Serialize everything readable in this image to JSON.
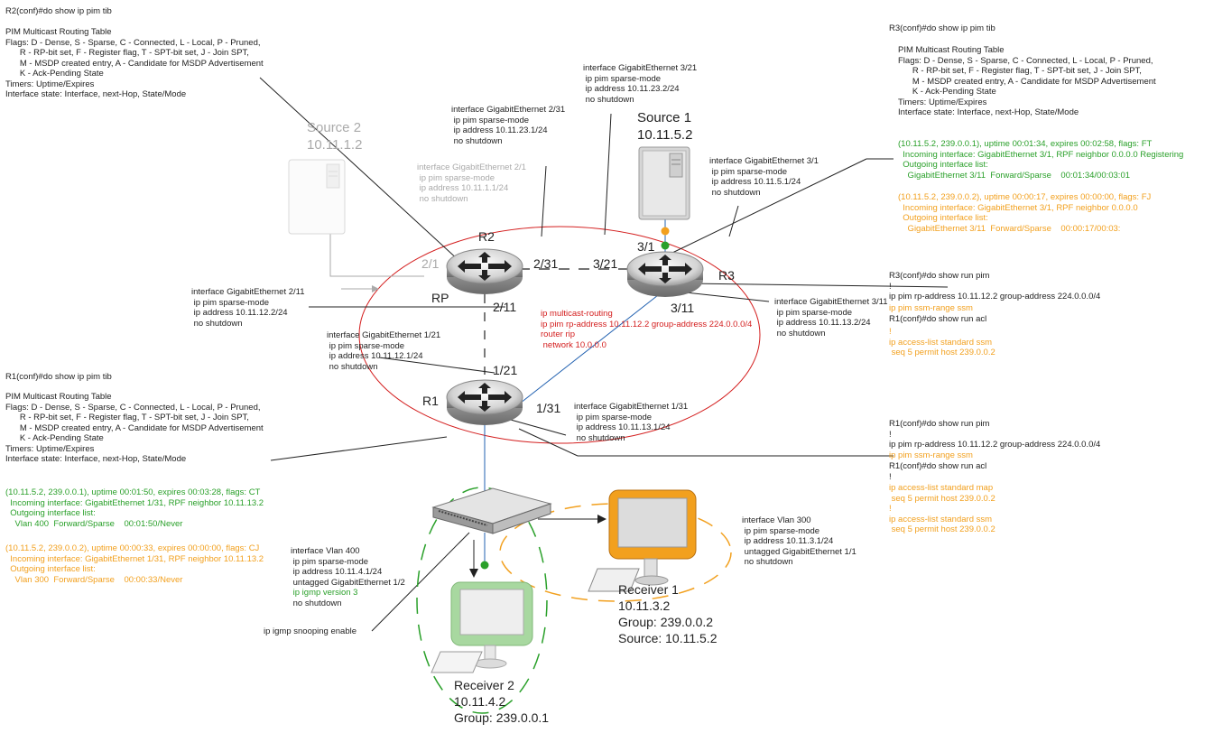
{
  "colors": {
    "green": "#2aa02a",
    "orange": "#f2a01e",
    "red": "#d42020",
    "blue": "#2060b0",
    "grey": "#aaaaaa"
  },
  "r2_tib": {
    "cmd": "R2(conf)#do show ip pim tib",
    "body": "PIM Multicast Routing Table\nFlags: D - Dense, S - Sparse, C - Connected, L - Local, P - Pruned,\n      R - RP-bit set, F - Register flag, T - SPT-bit set, J - Join SPT,\n      M - MSDP created entry, A - Candidate for MSDP Advertisement\n      K - Ack-Pending State\nTimers: Uptime/Expires\nInterface state: Interface, next-Hop, State/Mode"
  },
  "r3_tib": {
    "cmd": "R3(conf)#do show ip pim tib",
    "body": "PIM Multicast Routing Table\nFlags: D - Dense, S - Sparse, C - Connected, L - Local, P - Pruned,\n      R - RP-bit set, F - Register flag, T - SPT-bit set, J - Join SPT,\n      M - MSDP created entry, A - Candidate for MSDP Advertisement\n      K - Ack-Pending State\nTimers: Uptime/Expires\nInterface state: Interface, next-Hop, State/Mode",
    "green_entry": "(10.11.5.2, 239.0.0.1), uptime 00:01:34, expires 00:02:58, flags: FT\n  Incoming interface: GigabitEthernet 3/1, RPF neighbor 0.0.0.0 Registering\n  Outgoing interface list:\n    GigabitEthernet 3/11  Forward/Sparse    00:01:34/00:03:01",
    "orange_entry": "(10.11.5.2, 239.0.0.2), uptime 00:00:17, expires 00:00:00, flags: FJ\n  Incoming interface: GigabitEthernet 3/1, RPF neighbor 0.0.0.0\n  Outgoing interface list:\n    GigabitEthernet 3/11  Forward/Sparse    00:00:17/00:03:"
  },
  "r1_tib": {
    "cmd": "R1(conf)#do show ip pim tib",
    "body": "PIM Multicast Routing Table\nFlags: D - Dense, S - Sparse, C - Connected, L - Local, P - Pruned,\n      R - RP-bit set, F - Register flag, T - SPT-bit set, J - Join SPT,\n      M - MSDP created entry, A - Candidate for MSDP Advertisement\n      K - Ack-Pending State\nTimers: Uptime/Expires\nInterface state: Interface, next-Hop, State/Mode",
    "green_entry": "(10.11.5.2, 239.0.0.1), uptime 00:01:50, expires 00:03:28, flags: CT\n  Incoming interface: GigabitEthernet 1/31, RPF neighbor 10.11.13.2\n  Outgoing interface list:\n    Vlan 400  Forward/Sparse    00:01:50/Never",
    "orange_entry": "(10.11.5.2, 239.0.0.2), uptime 00:00:33, expires 00:00:00, flags: CJ\n  Incoming interface: GigabitEthernet 1/31, RPF neighbor 10.11.13.2\n  Outgoing interface list:\n    Vlan 300  Forward/Sparse    00:00:33/Never"
  },
  "iface": {
    "r2_2_1": "interface GigabitEthernet 2/1\n ip pim sparse-mode\n ip address 10.11.1.1/24\n no shutdown",
    "r2_2_31": "interface GigabitEthernet 2/31\n ip pim sparse-mode\n ip address 10.11.23.1/24\n no shutdown",
    "r3_3_21": "interface GigabitEthernet 3/21\n ip pim sparse-mode\n ip address 10.11.23.2/24\n no shutdown",
    "r3_3_1": "interface GigabitEthernet 3/1\n ip pim sparse-mode\n ip address 10.11.5.1/24\n no shutdown",
    "r2_2_11": "interface GigabitEthernet 2/11\n ip pim sparse-mode\n ip address 10.11.12.2/24\n no shutdown",
    "r3_3_11": "interface GigabitEthernet 3/11\n ip pim sparse-mode\n ip address 10.11.13.2/24\n no shutdown",
    "r1_1_21": "interface GigabitEthernet 1/21\n ip pim sparse-mode\n ip address 10.11.12.1/24\n no shutdown",
    "r1_1_31": "interface GigabitEthernet 1/31\n ip pim sparse-mode\n ip address 10.11.13.1/24\n no shutdown",
    "vlan400_a": "interface Vlan 400\n ip pim sparse-mode\n ip address 10.11.4.1/24\n untagged GigabitEthernet 1/2",
    "vlan400_b": " ip igmp version 3",
    "vlan400_c": " no shutdown",
    "vlan300": "interface Vlan 300\n ip pim sparse-mode\n ip address 10.11.3.1/24\n untagged GigabitEthernet 1/1\n no shutdown"
  },
  "rp_config": "ip multicast-routing\nip pim rp-address 10.11.12.2 group-address 224.0.0.0/4\nrouter rip\n network 10.0.0.0",
  "r3_run": {
    "a": "R3(conf)#do show run pim\n!\nip pim rp-address 10.11.12.2 group-address 224.0.0.0/4",
    "b": "ip pim ssm-range ssm",
    "c": "R1(conf)#do show run acl",
    "d": "!\nip access-list standard ssm\n seq 5 permit host 239.0.0.2"
  },
  "r1_run": {
    "a": "R1(conf)#do show run pim\n!\nip pim rp-address 10.11.12.2 group-address 224.0.0.0/4",
    "b": "ip pim ssm-range ssm",
    "c": "R1(conf)#do show run acl\n!",
    "d": "ip access-list standard map\n seq 5 permit host 239.0.0.2\n!\nip access-list standard ssm\n seq 5 permit host 239.0.0.2"
  },
  "igmp_snoop": "ip igmp snooping enable",
  "routers": {
    "r1": "R1",
    "r2": "R2",
    "r3": "R3",
    "rp": "RP"
  },
  "ports": {
    "p2_1": "2/1",
    "p2_31": "2/31",
    "p3_21": "3/21",
    "p3_1": "3/1",
    "p3_11": "3/11",
    "p2_11": "2/11",
    "p1_21": "1/21",
    "p1_31": "1/31"
  },
  "source1": {
    "name": "Source 1",
    "ip": "10.11.5.2"
  },
  "source2": {
    "name": "Source 2",
    "ip": "10.11.1.2"
  },
  "receiver1": "Receiver 1\n10.11.3.2\nGroup: 239.0.0.2\nSource: 10.11.5.2",
  "receiver2": "Receiver 2\n10.11.4.2\nGroup: 239.0.0.1"
}
